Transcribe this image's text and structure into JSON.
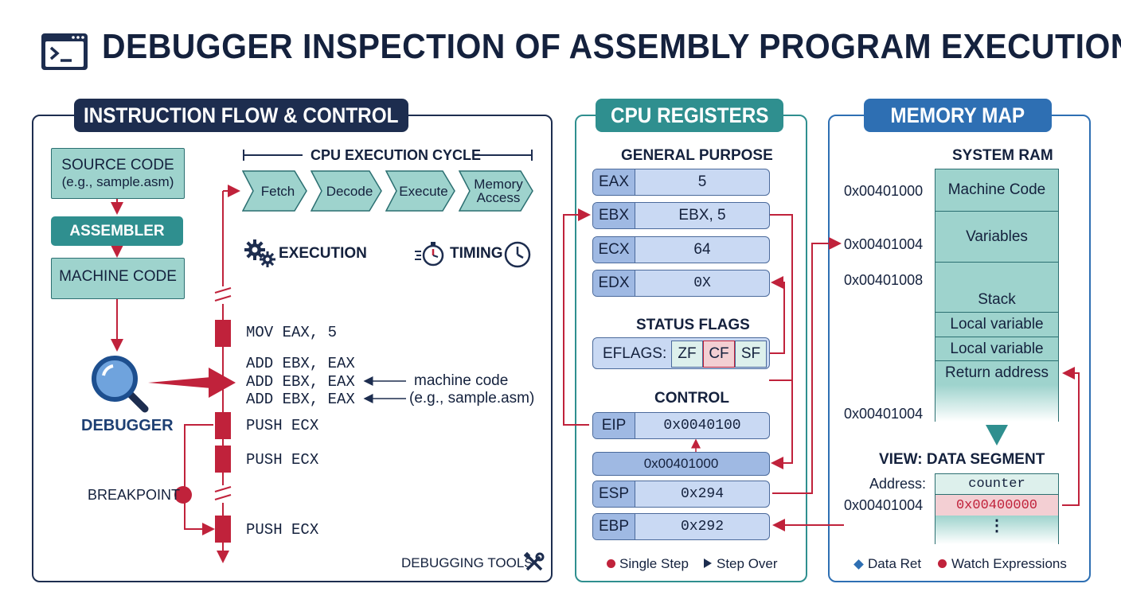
{
  "title": "DEBUGGER INSPECTION OF ASSEMBLY PROGRAM EXECUTION",
  "icons": [
    "terminal-icon",
    "gears-icon",
    "stopwatch-icon",
    "clock-icon",
    "magnifier-icon",
    "tools-icon"
  ],
  "colors": {
    "navy": "#1d2d4f",
    "teal": "#2f8f8f",
    "blue": "#2e6fb3",
    "red": "#c0223b",
    "mint": "#9ed3cd",
    "regblue": "#c9d9f3"
  },
  "instruction_panel": {
    "title": "INSTRUCTION FLOW & CONTROL",
    "source_code": {
      "line1": "SOURCE CODE",
      "line2": "(e.g., sample.asm)"
    },
    "assembler": "ASSEMBLER",
    "machine_code": "MACHINE CODE",
    "debugger": "DEBUGGER",
    "breakpoint": "BREAKPOINT",
    "cycle_title": "CPU EXECUTION CYCLE",
    "stages": [
      "Fetch",
      "Decode",
      "Execute",
      "Memory Access"
    ],
    "execution": "EXECUTION",
    "timing": "TIMING",
    "code": [
      "MOV EAX, 5",
      "ADD EBX, EAX",
      "ADD EBX, EAX",
      "ADD EBX, EAX",
      "PUSH ECX",
      "PUSH ECX",
      "PUSH ECX"
    ],
    "annotation1": "machine code",
    "annotation2": "(e.g., sample.asm)",
    "tools": "DEBUGGING TOOLS"
  },
  "registers_panel": {
    "title": "CPU REGISTERS",
    "general_label": "GENERAL PURPOSE",
    "general": [
      {
        "name": "EAX",
        "value": "5"
      },
      {
        "name": "EBX",
        "value": "EBX, 5"
      },
      {
        "name": "ECX",
        "value": "64"
      },
      {
        "name": "EDX",
        "value": "0X"
      }
    ],
    "flags_label": "STATUS FLAGS",
    "eflags": "EFLAGS:",
    "flags": [
      "ZF",
      "CF",
      "SF"
    ],
    "control_label": "CONTROL",
    "eip": {
      "name": "EIP",
      "value": "0x0040100"
    },
    "address_bar": "0x00401000",
    "esp": {
      "name": "ESP",
      "value": "0x294"
    },
    "ebp": {
      "name": "EBP",
      "value": "0x292"
    },
    "legend_step": "Single Step",
    "legend_over": "Step Over"
  },
  "memory_panel": {
    "title": "MEMORY MAP",
    "ram_label": "SYSTEM RAM",
    "addresses": [
      "0x00401000",
      "0x00401004",
      "0x00401008",
      "0x00401004"
    ],
    "cells": [
      "Machine Code",
      "Variables",
      "Stack",
      "Local variable",
      "Local variable",
      "Return address"
    ],
    "view_label": "VIEW: DATA SEGMENT",
    "address_label": "Address:",
    "view_address": "0x00401004",
    "view_name": "counter",
    "view_value": "0x00400000",
    "view_more": "⋮",
    "legend_ret": "Data Ret",
    "legend_watch": "Watch Expressions"
  }
}
